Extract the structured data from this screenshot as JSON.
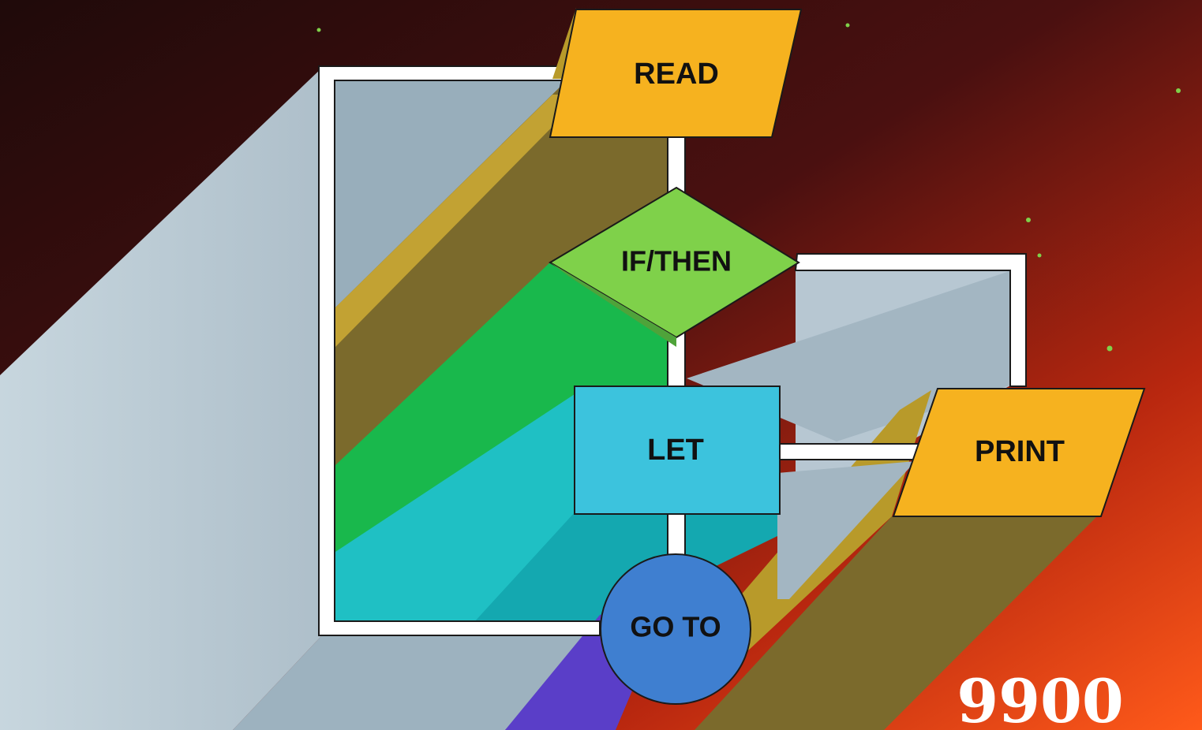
{
  "nodes": {
    "read": {
      "label": "READ",
      "shape": "parallelogram",
      "color": "#f6b21f"
    },
    "if_then": {
      "label": "IF/THEN",
      "shape": "diamond",
      "color": "#7fd14a"
    },
    "let": {
      "label": "LET",
      "shape": "rectangle",
      "color": "#3cc3dd"
    },
    "print": {
      "label": "PRINT",
      "shape": "parallelogram",
      "color": "#f6b21f"
    },
    "go_to": {
      "label": "GO TO",
      "shape": "circle",
      "color": "#3f7fd0"
    }
  },
  "badge": {
    "text": "9900",
    "color": "#ffffff"
  },
  "colors": {
    "background_dark": "#2a0e0c",
    "background_warm": "#ff5a1a",
    "gray_panel": "#b7c7d2",
    "connector": "#ffffff",
    "olive": "#7b6a2c",
    "gold": "#b89a2a",
    "green": "#19b84c",
    "teal": "#1fc0c4",
    "purple": "#5a3ec8"
  },
  "icons": [
    "flowchart-parallelogram",
    "flowchart-diamond",
    "flowchart-rectangle",
    "flowchart-circle"
  ]
}
